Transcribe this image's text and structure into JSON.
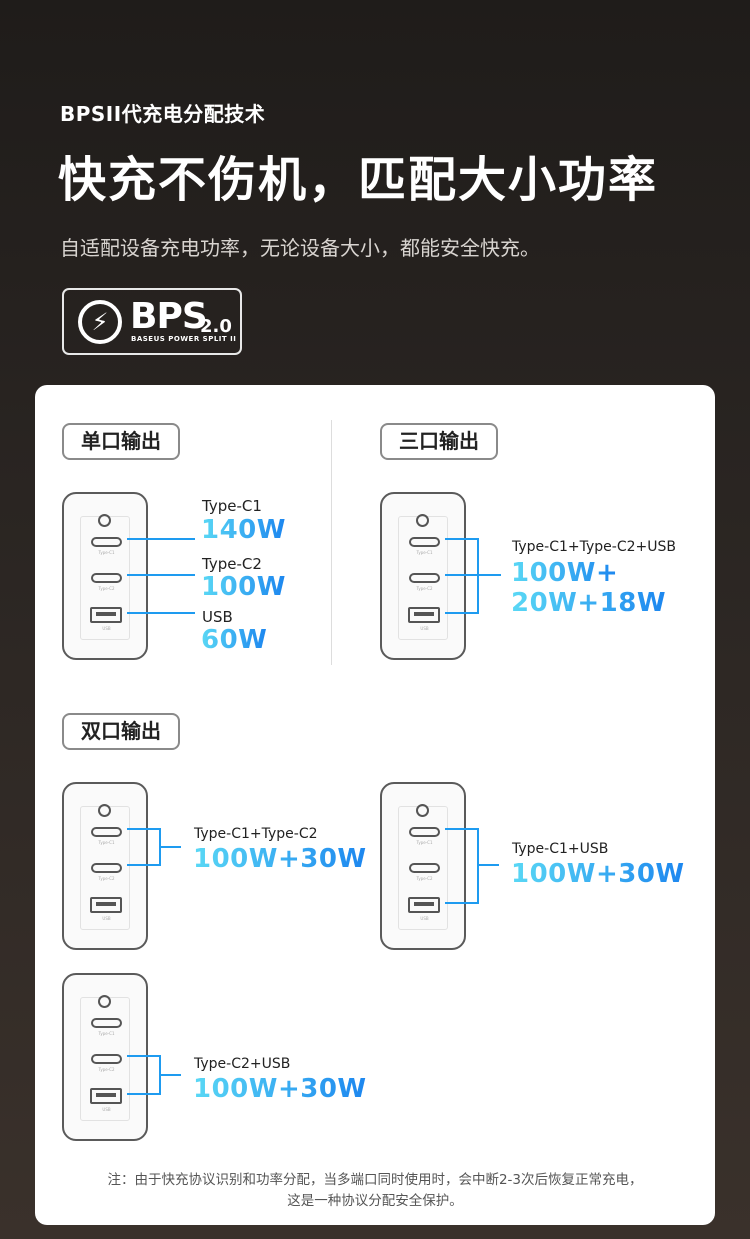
{
  "header": {
    "kicker": "BPSII代充电分配技术",
    "title": "快充不伤机，匹配大小功率",
    "subtitle": "自适配设备充电功率，无论设备大小，都能安全快充。"
  },
  "logo": {
    "mark": "BPS",
    "version": "2.0",
    "tagline": "BASEUS POWER SPLIT II"
  },
  "charger_ports": {
    "c1": "Type-C1",
    "c2": "Type-C2",
    "usb": "USB"
  },
  "single": {
    "tag": "单口输出",
    "items": [
      {
        "label": "Type-C1",
        "value": "140W"
      },
      {
        "label": "Type-C2",
        "value": "100W"
      },
      {
        "label": "USB",
        "value": "60W"
      }
    ]
  },
  "triple": {
    "tag": "三口输出",
    "label": "Type-C1+Type-C2+USB",
    "value_line1": "100W+",
    "value_line2": "20W+18W"
  },
  "double": {
    "tag": "双口输出",
    "combos": [
      {
        "label": "Type-C1+Type-C2",
        "value": "100W+30W"
      },
      {
        "label": "Type-C1+USB",
        "value": "100W+30W"
      },
      {
        "label": "Type-C2+USB",
        "value": "100W+30W"
      }
    ]
  },
  "note": {
    "line1": "注：由于快充协议识别和功率分配，当多端口同时使用时，会中断2-3次后恢复正常充电，",
    "line2": "这是一种协议分配安全保护。"
  },
  "colors": {
    "accent": "#1e9bf0",
    "accent_light": "#5ad8f5"
  }
}
